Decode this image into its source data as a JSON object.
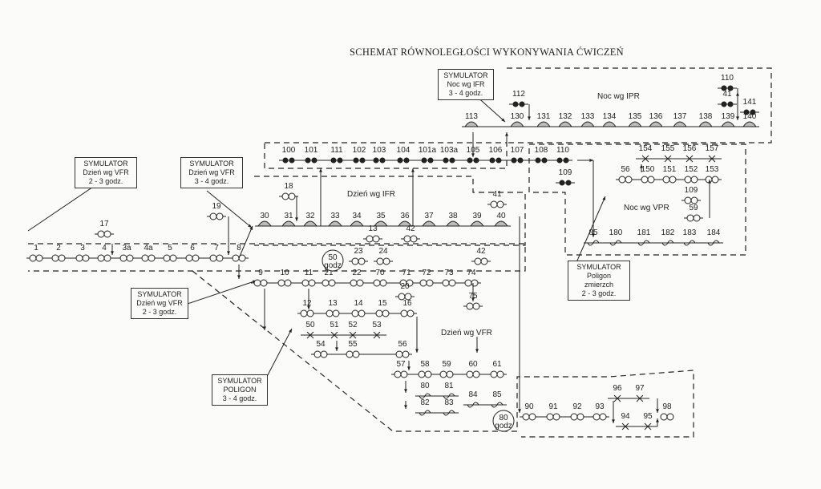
{
  "title": "SCHEMAT RÓWNOLEGŁOŚCI WYKONYWANIA ĆWICZEŃ",
  "regions": {
    "ifr_day": "Dzień wg IFR",
    "ipr_night": "Noc wg IPR",
    "vpr_night": "Noc wg VPR",
    "vfr_day": "Dzień wg VFR"
  },
  "simulators": [
    {
      "title": "SYMULATOR",
      "mode": "Dzień wg VFR",
      "hours": "2 - 3 godz."
    },
    {
      "title": "SYMULATOR",
      "mode": "Dzień wg VFR",
      "hours": "3 - 4 godz."
    },
    {
      "title": "SYMULATOR",
      "mode": "Noc  wg IFR",
      "hours": "3 - 4 godz."
    },
    {
      "title": "SYMULATOR",
      "mode": "Dzień wg VFR",
      "hours": "2 - 3 godz."
    },
    {
      "title": "SYMULATOR",
      "mode": "POLIGON",
      "hours": "3 - 4 godz."
    },
    {
      "title": "SYMULATOR",
      "mode": "Poligon zmierzch",
      "hours": "2 - 3 godz."
    }
  ],
  "hour_markers": [
    {
      "value": "50",
      "unit": "godz"
    },
    {
      "value": "80",
      "unit": "godz"
    }
  ],
  "chains": {
    "main": [
      "1",
      "2",
      "3",
      "4",
      "3a",
      "4a",
      "5",
      "6",
      "7",
      "8"
    ],
    "main_side": [
      "17",
      "19"
    ],
    "ifr": [
      "30",
      "31",
      "32",
      "33",
      "34",
      "35",
      "36",
      "37",
      "38",
      "39",
      "40"
    ],
    "ifr_side": [
      "18",
      "41",
      "13",
      "42"
    ],
    "ifr_night_row": [
      "100",
      "101",
      "111",
      "102",
      "103",
      "104",
      "101a",
      "103a",
      "105",
      "106",
      "107",
      "108",
      "110"
    ],
    "ifr_night_side": [
      "109"
    ],
    "ipr": [
      "113",
      "130",
      "131",
      "132",
      "133",
      "134",
      "135",
      "136",
      "137",
      "138",
      "139",
      "140"
    ],
    "ipr_side": [
      "112",
      "110",
      "41",
      "141"
    ],
    "vpr_top": [
      "154",
      "155",
      "156",
      "157"
    ],
    "vpr_mid": [
      "56",
      "150",
      "151",
      "152",
      "153"
    ],
    "vpr_side": [
      "109",
      "59"
    ],
    "vpr_bottom": [
      "85",
      "180",
      "181",
      "182",
      "183",
      "184"
    ],
    "vfr_row1": [
      "9",
      "10",
      "11",
      "21",
      "22",
      "70",
      "71",
      "72",
      "73",
      "74"
    ],
    "vfr_row1_side": [
      "23",
      "24",
      "42",
      "20",
      "75"
    ],
    "vfr_row2": [
      "12",
      "13",
      "14",
      "15",
      "16"
    ],
    "vfr_row3": [
      "50",
      "51",
      "52",
      "53"
    ],
    "vfr_row4": [
      "54",
      "55",
      "56"
    ],
    "vfr_row5": [
      "57",
      "58",
      "59",
      "60",
      "61"
    ],
    "vfr_r1": [
      "80",
      "81"
    ],
    "vfr_r2": [
      "84",
      "85"
    ],
    "vfr_r3": [
      "82",
      "83"
    ],
    "final_row": [
      "90",
      "91",
      "92",
      "93"
    ],
    "final_top": [
      "96",
      "97"
    ],
    "final_bottom": [
      "94",
      "95"
    ],
    "final_end": [
      "98"
    ]
  },
  "colors": {
    "ink": "#222222",
    "paper": "#fbfbf9"
  }
}
